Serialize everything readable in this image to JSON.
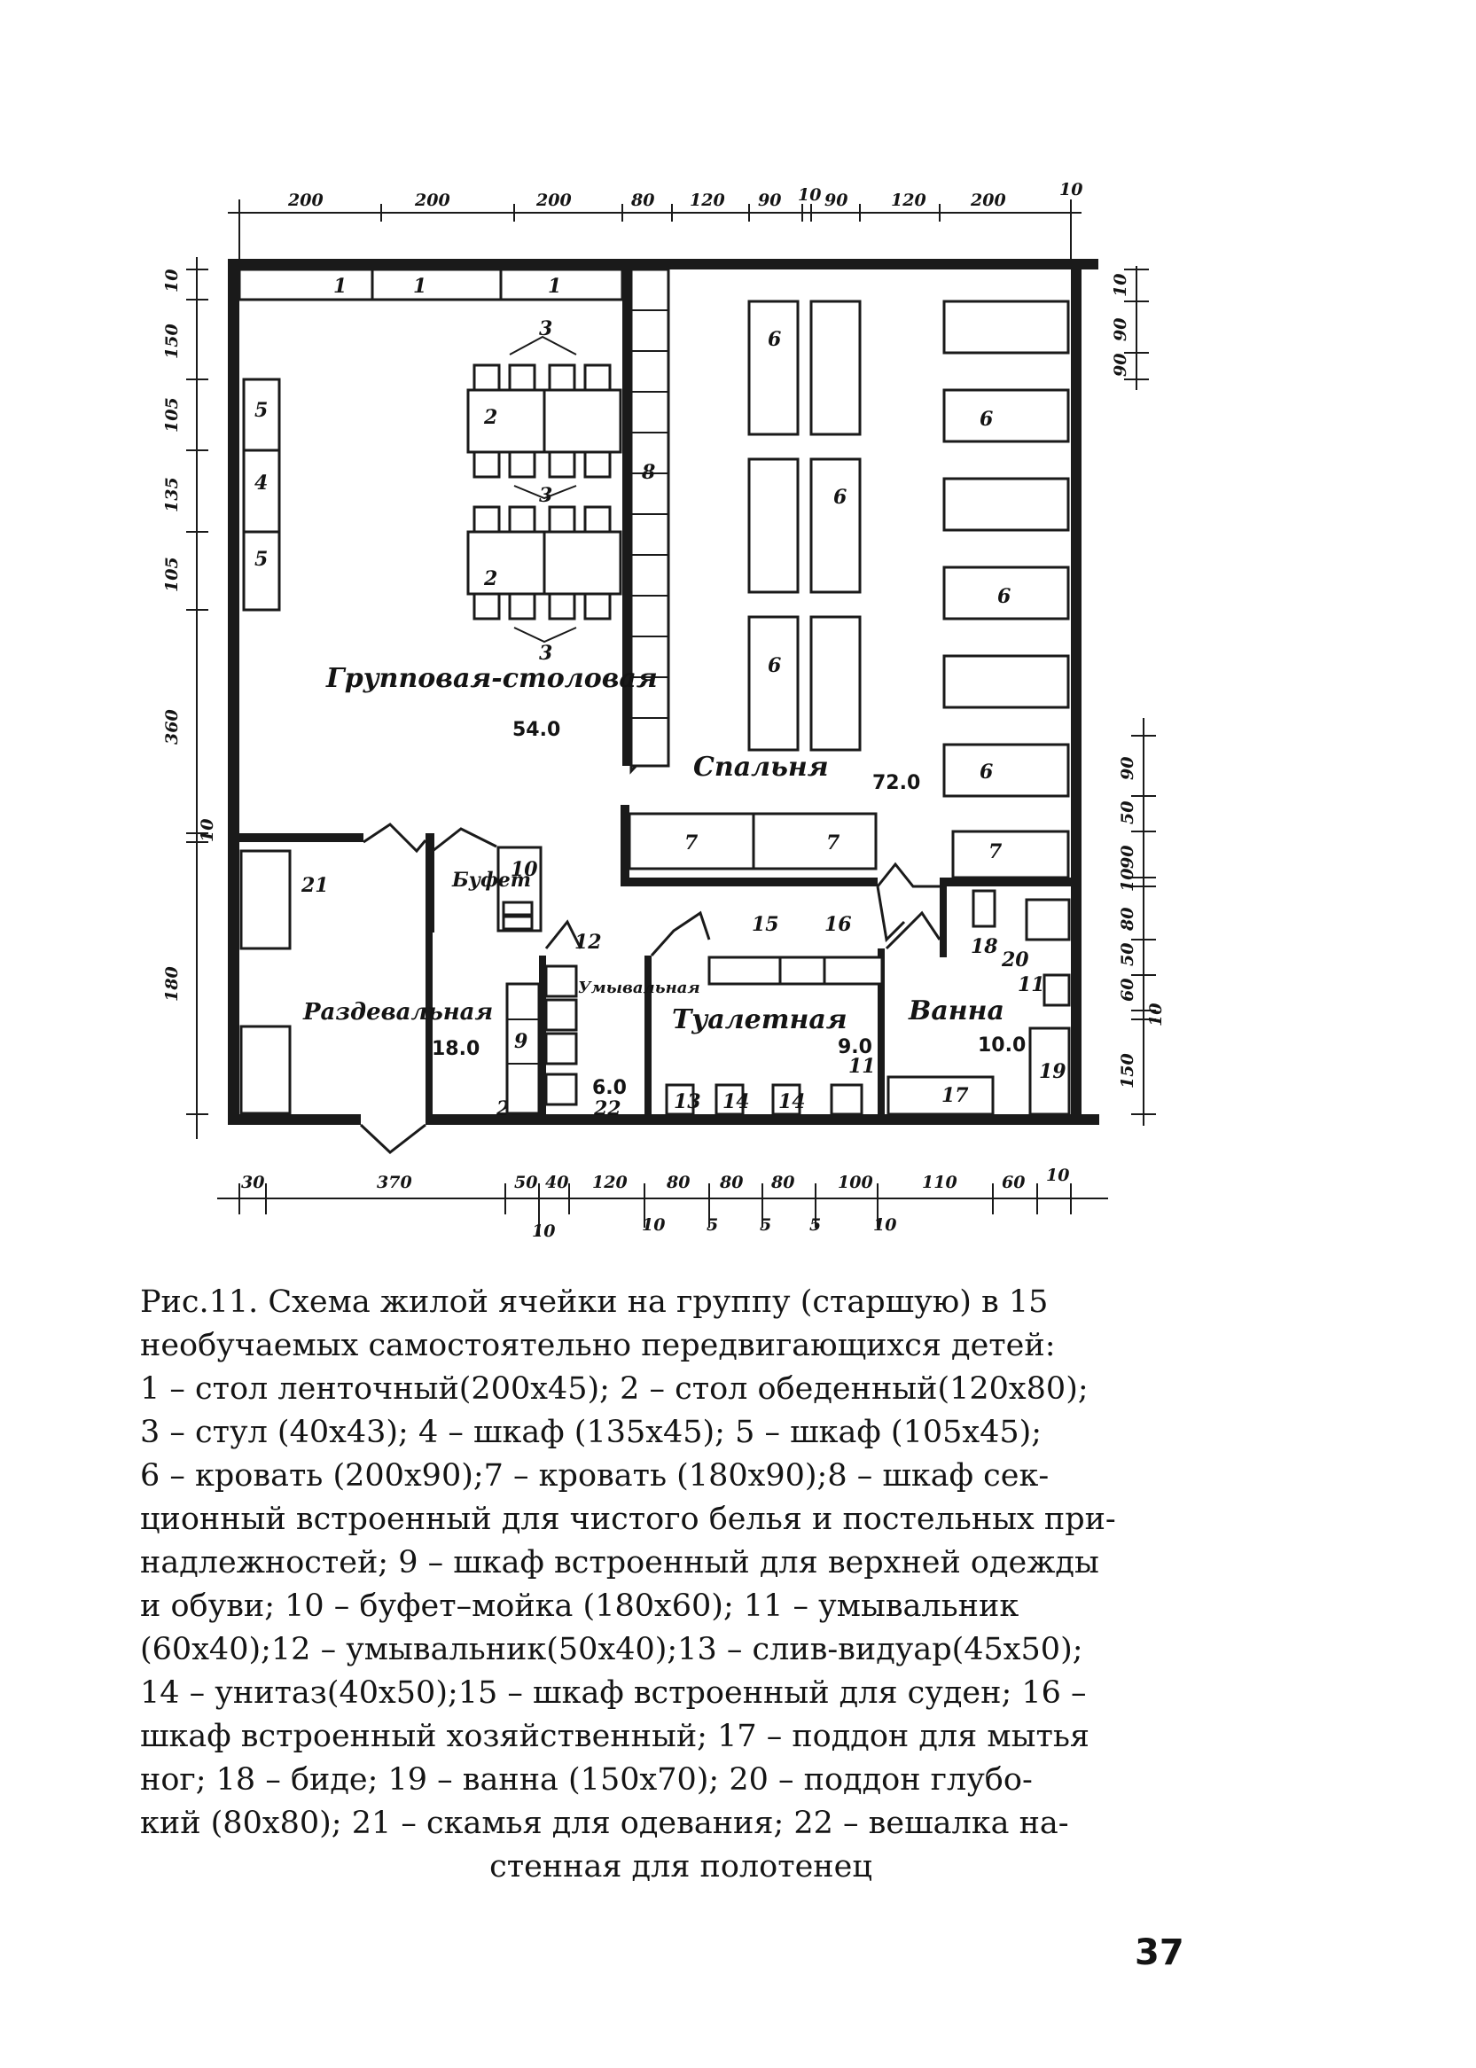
{
  "plan": {
    "rooms": [
      {
        "id": "group-dining",
        "name": "Групповая-столовая",
        "area": "54.0"
      },
      {
        "id": "bedroom",
        "name": "Спальня",
        "area": "72.0"
      },
      {
        "id": "dressing",
        "name": "Раздевальная",
        "area": "18.0"
      },
      {
        "id": "washroom",
        "name": "Умывальная",
        "area": "6.0"
      },
      {
        "id": "toilet",
        "name": "Туалетная",
        "area": "9.0"
      },
      {
        "id": "bath",
        "name": "Ванна",
        "area": "10.0"
      },
      {
        "id": "buffet",
        "name": "Буфет"
      }
    ],
    "dims_top": [
      "200",
      "200",
      "200",
      "80",
      "120",
      "90",
      "10",
      "90",
      "120",
      "200",
      "10"
    ],
    "dims_bottom": [
      "30",
      "370",
      "50",
      "40",
      "120",
      "80",
      "80",
      "80",
      "100",
      "110",
      "60",
      "10"
    ],
    "dims_bottom_sub": [
      "10",
      "10",
      "5",
      "5",
      "5",
      "10"
    ],
    "dims_left": [
      "10",
      "150",
      "105",
      "135",
      "105",
      "360",
      "10",
      "180"
    ],
    "dims_right_top": [
      "10",
      "90",
      "90"
    ],
    "dims_right_bottom": [
      "90",
      "50",
      "90",
      "10",
      "80",
      "50",
      "60",
      "10",
      "150"
    ],
    "labels": [
      "1",
      "2",
      "3",
      "4",
      "5",
      "6",
      "7",
      "8",
      "9",
      "10",
      "11",
      "12",
      "15",
      "16",
      "18",
      "19",
      "20",
      "21",
      "22"
    ]
  },
  "caption": {
    "lines": [
      "Рис.11. Схема  жилой  ячейки на группу (старшую) в 15",
      "необучаемых самостоятельно передвигающихся детей:",
      "1 – стол ленточный(200х45); 2 – стол обеденный(120х80);",
      "3 – стул  (40х43);  4 – шкаф (135х45);  5 – шкаф  (105х45);",
      "6 – кровать  (200х90);7 – кровать  (180х90);8 – шкаф  сек-",
      "ционный  встроенный  для  чистого  белья  и  постельных  при-",
      "надлежностей;  9 –  шкаф встроенный для верхней одежды",
      "и  обуви;  10   –   буфет–мойка   (180х60);  11  – умывальник",
      "(60х40);12 – умывальник(50х40);13 – слив-видуар(45х50);",
      "14 – унитаз(40х50);15 – шкаф встроенный для суден; 16 –",
      "шкаф  встроенный  хозяйственный;  17 – поддон для мытья",
      "ног;   18 – биде;  19 – ванна (150х70);  20 – поддон глубо-",
      "кий  (80х80);  21 – скамья для одевания;  22 – вешалка на-"
    ],
    "last_line": "стенная для полотенец"
  },
  "page_number": "37"
}
